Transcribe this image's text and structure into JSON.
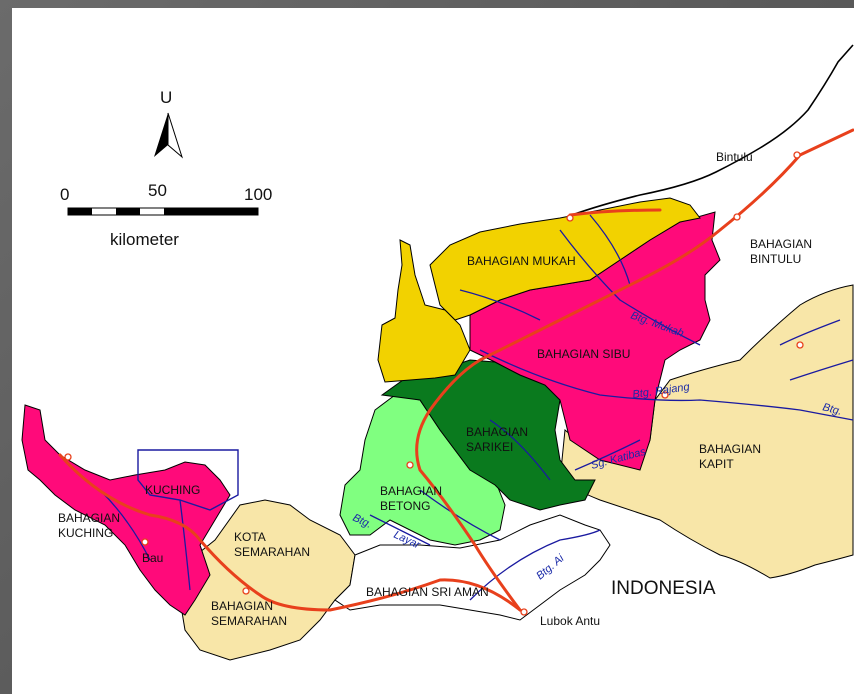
{
  "north": {
    "letter": "U"
  },
  "scale_bar": {
    "ticks": [
      "0",
      "50",
      "100"
    ],
    "unit": "kilometer"
  },
  "region_labels": {
    "mukah": "BAHAGIAN MUKAH",
    "sibu": "BAHAGIAN SIBU",
    "sarikei_1": "BAHAGIAN",
    "sarikei_2": "SARIKEI",
    "betong_1": "BAHAGIAN",
    "betong_2": "BETONG",
    "kapit_1": "BAHAGIAN",
    "kapit_2": "KAPIT",
    "bintulu_1": "BAHAGIAN",
    "bintulu_2": "BINTULU",
    "kuching_1": "BAHAGIAN",
    "kuching_2": "KUCHING",
    "kota_1": "KOTA",
    "kota_2": "SEMARAHAN",
    "semarahan_1": "BAHAGIAN",
    "semarahan_2": "SEMARAHAN",
    "sri_aman": "BAHAGIAN SRI AMAN"
  },
  "place_labels": {
    "kuching": "KUCHING",
    "bau": "Bau",
    "bintulu": "Bintulu",
    "lubok_antu": "Lubok Antu"
  },
  "river_labels": {
    "mukah": "Btg. Mukah",
    "rajang": "Btg. Rajang",
    "btg_right": "Btg.",
    "katibas": "Sg. Katibas",
    "ai": "Btg. Ai",
    "layar_a": "Btg.",
    "layar_b": "Layar"
  },
  "country_label": "INDONESIA",
  "colors": {
    "mukah": "#f2d200",
    "sibu": "#ff0a7a",
    "sarikei": "#0a7a1e",
    "betong": "#80ff80",
    "kuching": "#ff0a7a",
    "kapit": "#f8e6a8",
    "semarahan": "#f8e6a8",
    "road": "#e8401c",
    "river": "#1a1aa0"
  }
}
